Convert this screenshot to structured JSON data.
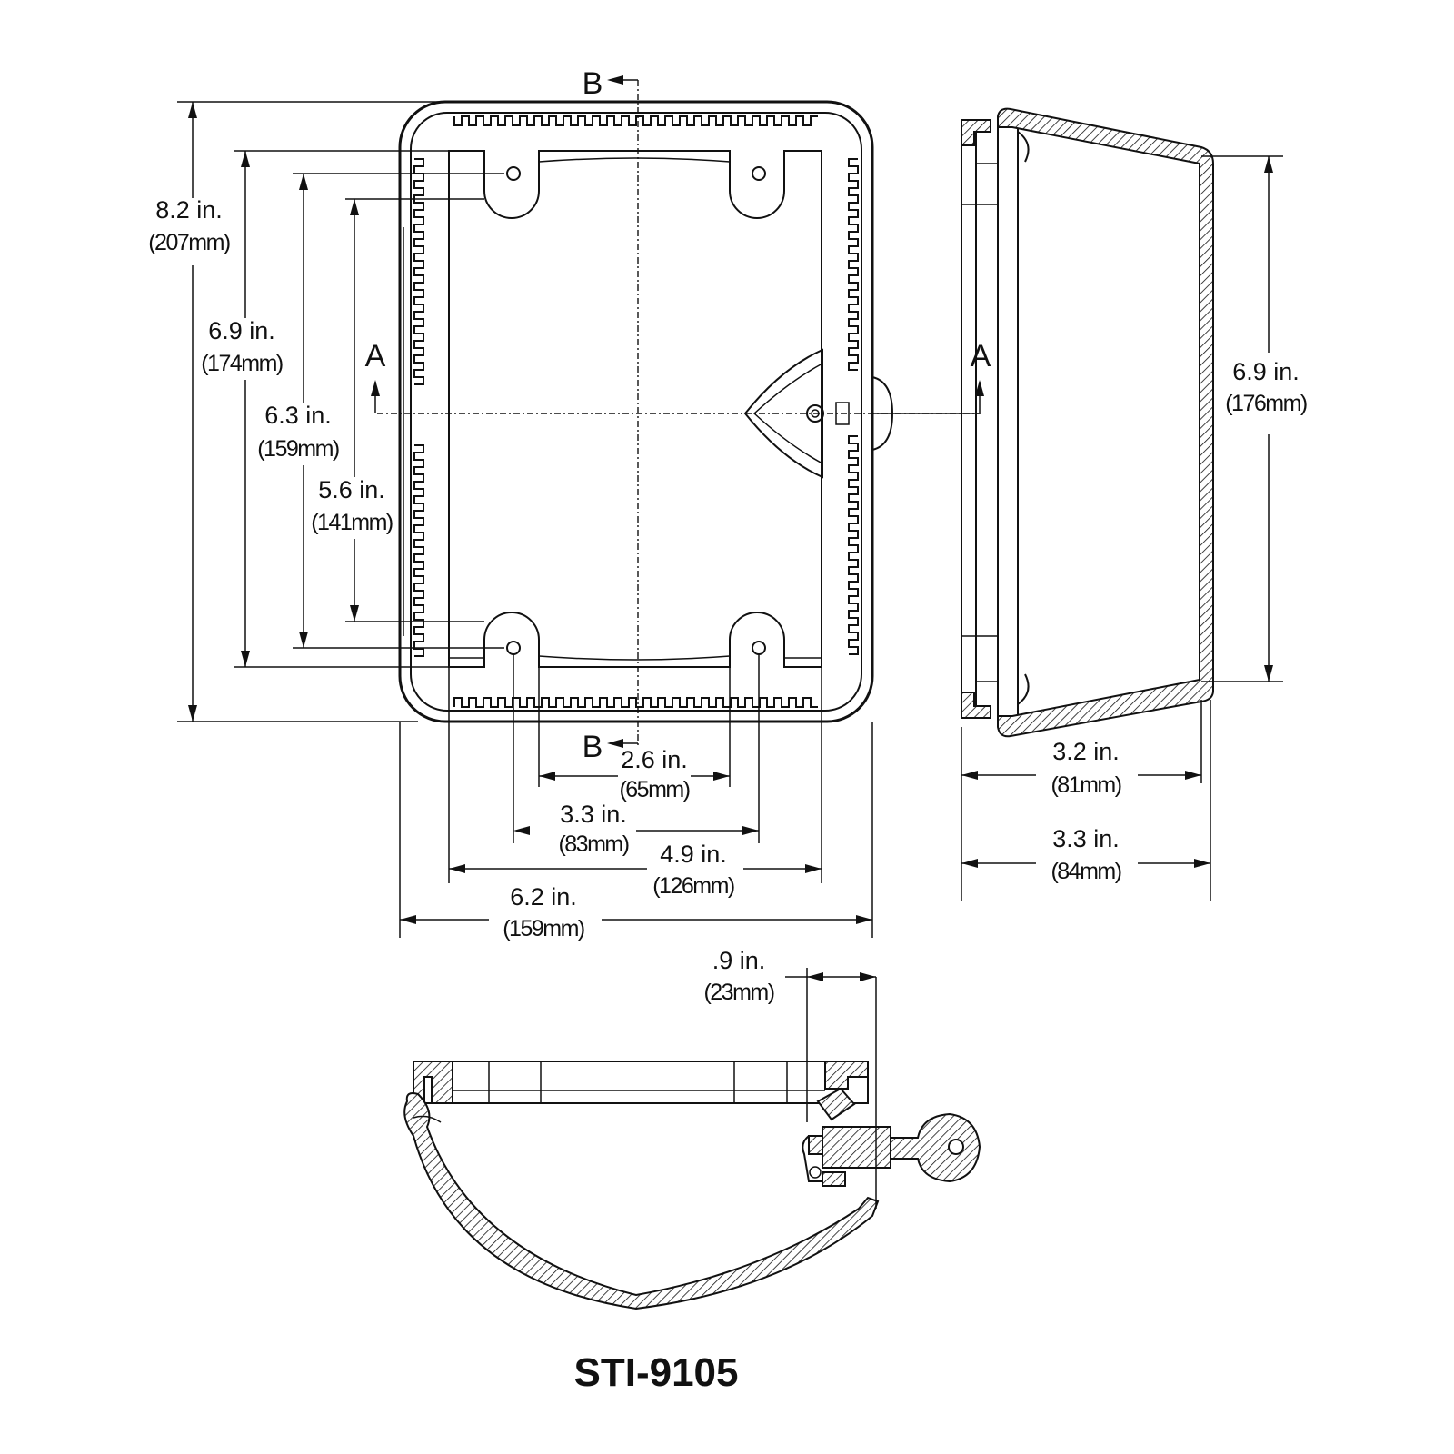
{
  "model": "STI-9105",
  "section_markers": {
    "a": "A",
    "b": "B"
  },
  "dimensions": {
    "height_overall": {
      "in": "8.2 in.",
      "mm": "(207mm)"
    },
    "height_inner": {
      "in": "6.9 in.",
      "mm": "(174mm)"
    },
    "hole_spacing_outer_v": {
      "in": "6.3 in.",
      "mm": "(159mm)"
    },
    "hole_spacing_inner_v": {
      "in": "5.6 in.",
      "mm": "(141mm)"
    },
    "side_height": {
      "in": "6.9 in.",
      "mm": "(176mm)"
    },
    "hole_spacing_inner_h": {
      "in": "2.6 in.",
      "mm": "(65mm)"
    },
    "hole_spacing_outer_h": {
      "in": "3.3 in.",
      "mm": "(83mm)"
    },
    "width_inner": {
      "in": "4.9 in.",
      "mm": "(126mm)"
    },
    "width_overall": {
      "in": "6.2 in.",
      "mm": "(159mm)"
    },
    "depth_inner": {
      "in": "3.2 in.",
      "mm": "(81mm)"
    },
    "depth_overall": {
      "in": "3.3 in.",
      "mm": "(84mm)"
    },
    "lock_offset": {
      "in": ".9 in.",
      "mm": "(23mm)"
    }
  }
}
